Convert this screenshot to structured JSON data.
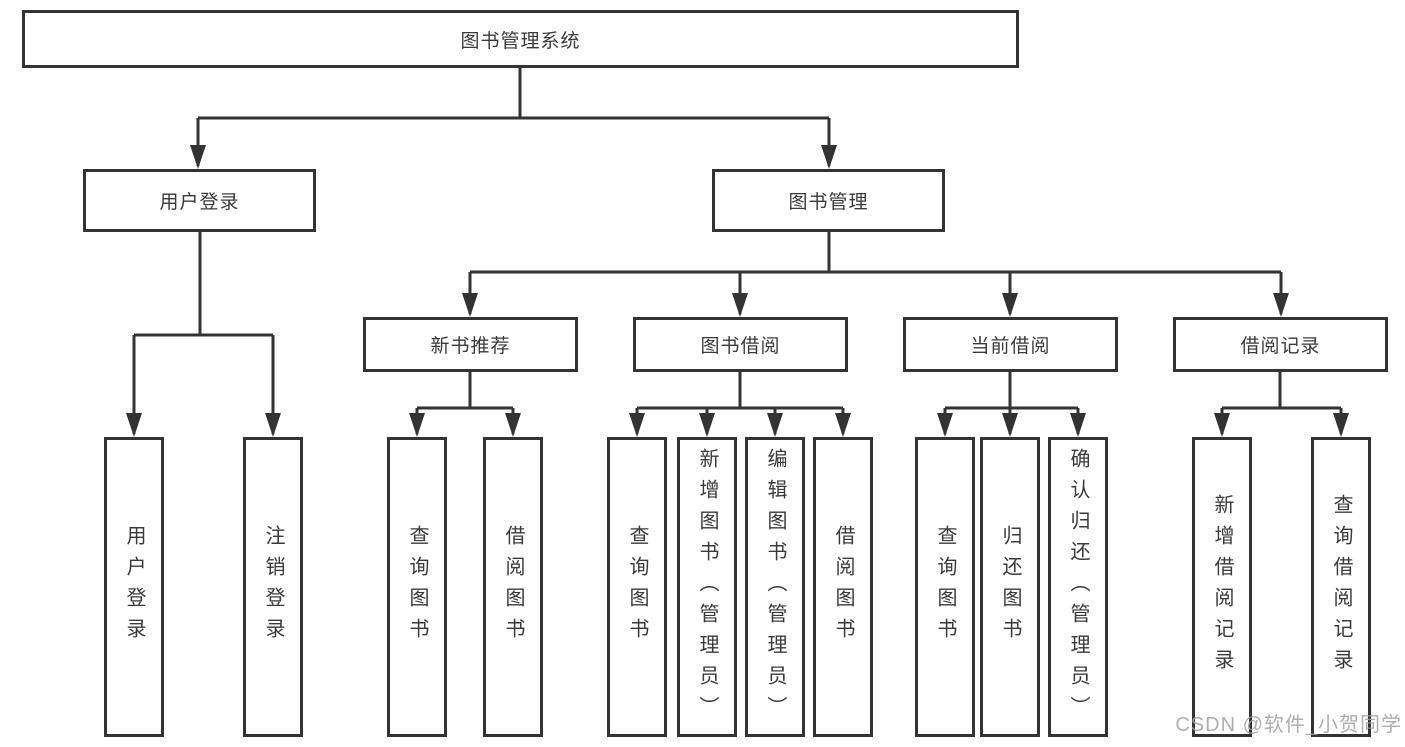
{
  "colors": {
    "line": "#333333",
    "box_border": "#333333",
    "text": "#3a3a3a",
    "background": "#ffffff",
    "watermark": "#a0a0a0"
  },
  "watermark": {
    "text": "CSDN @软件_小贺同学"
  },
  "tree": {
    "root": {
      "label": "图书管理系统"
    },
    "children": [
      {
        "label": "用户登录",
        "children": [
          {
            "label": "用户登录"
          },
          {
            "label": "注销登录"
          }
        ]
      },
      {
        "label": "图书管理",
        "children": [
          {
            "label": "新书推荐",
            "children": [
              {
                "label": "查询图书"
              },
              {
                "label": "借阅图书"
              }
            ]
          },
          {
            "label": "图书借阅",
            "children": [
              {
                "label": "查询图书"
              },
              {
                "label": "新增图书（管理员）"
              },
              {
                "label": "编辑图书（管理员）"
              },
              {
                "label": "借阅图书"
              }
            ]
          },
          {
            "label": "当前借阅",
            "children": [
              {
                "label": "查询图书"
              },
              {
                "label": "归还图书"
              },
              {
                "label": "确认归还（管理员）"
              }
            ]
          },
          {
            "label": "借阅记录",
            "children": [
              {
                "label": "新增借阅记录"
              },
              {
                "label": "查询借阅记录"
              }
            ]
          }
        ]
      }
    ]
  }
}
